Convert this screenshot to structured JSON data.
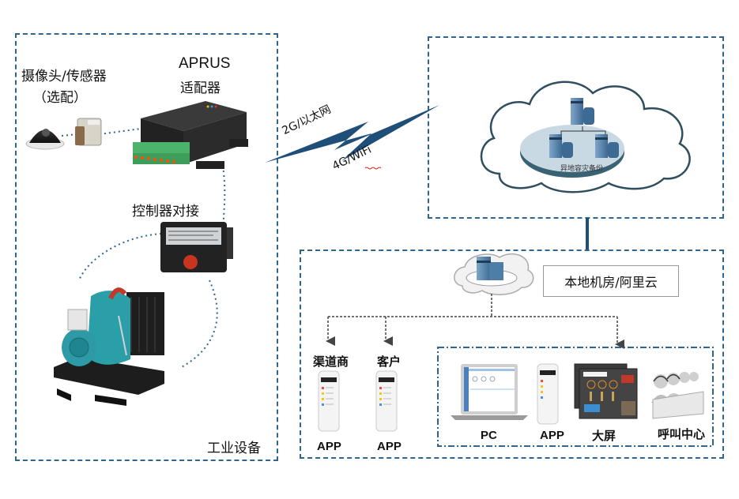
{
  "diagram": {
    "colors": {
      "border": "#2f6690",
      "lightning": "#1f4e79",
      "connector": "#1f4e79",
      "dotted_link": "#2f6690",
      "arrow_line": "#444444",
      "cloud_disk": "#c9d9e3",
      "server": "#5b87b0"
    },
    "industrial_panel": {
      "title": "工业设备",
      "camera_sensor_label_line1": "摄像头/传感器",
      "camera_sensor_label_line2": "（选配）",
      "adapter_label_line1": "APRUS",
      "adapter_label_line2": "适配器",
      "controller_label": "控制器对接",
      "devices": [
        "dome-camera",
        "sensor",
        "aprus-adapter",
        "controller",
        "generator"
      ]
    },
    "link": {
      "label_top": "2G/以太网",
      "label_bottom": "4G/WiFi"
    },
    "cloud_panel": {
      "backup_label": "异地容灾备份"
    },
    "local_panel": {
      "server_label": "本地机房/阿里云",
      "endpoints": [
        {
          "title": "渠道商",
          "caption": "APP",
          "kind": "phone"
        },
        {
          "title": "客户",
          "caption": "APP",
          "kind": "phone"
        }
      ],
      "clients": [
        {
          "caption": "PC",
          "kind": "laptop"
        },
        {
          "caption": "APP",
          "kind": "phone"
        },
        {
          "caption": "大屏",
          "kind": "big-screen"
        },
        {
          "caption": "呼叫中心",
          "kind": "call-center"
        }
      ]
    }
  }
}
